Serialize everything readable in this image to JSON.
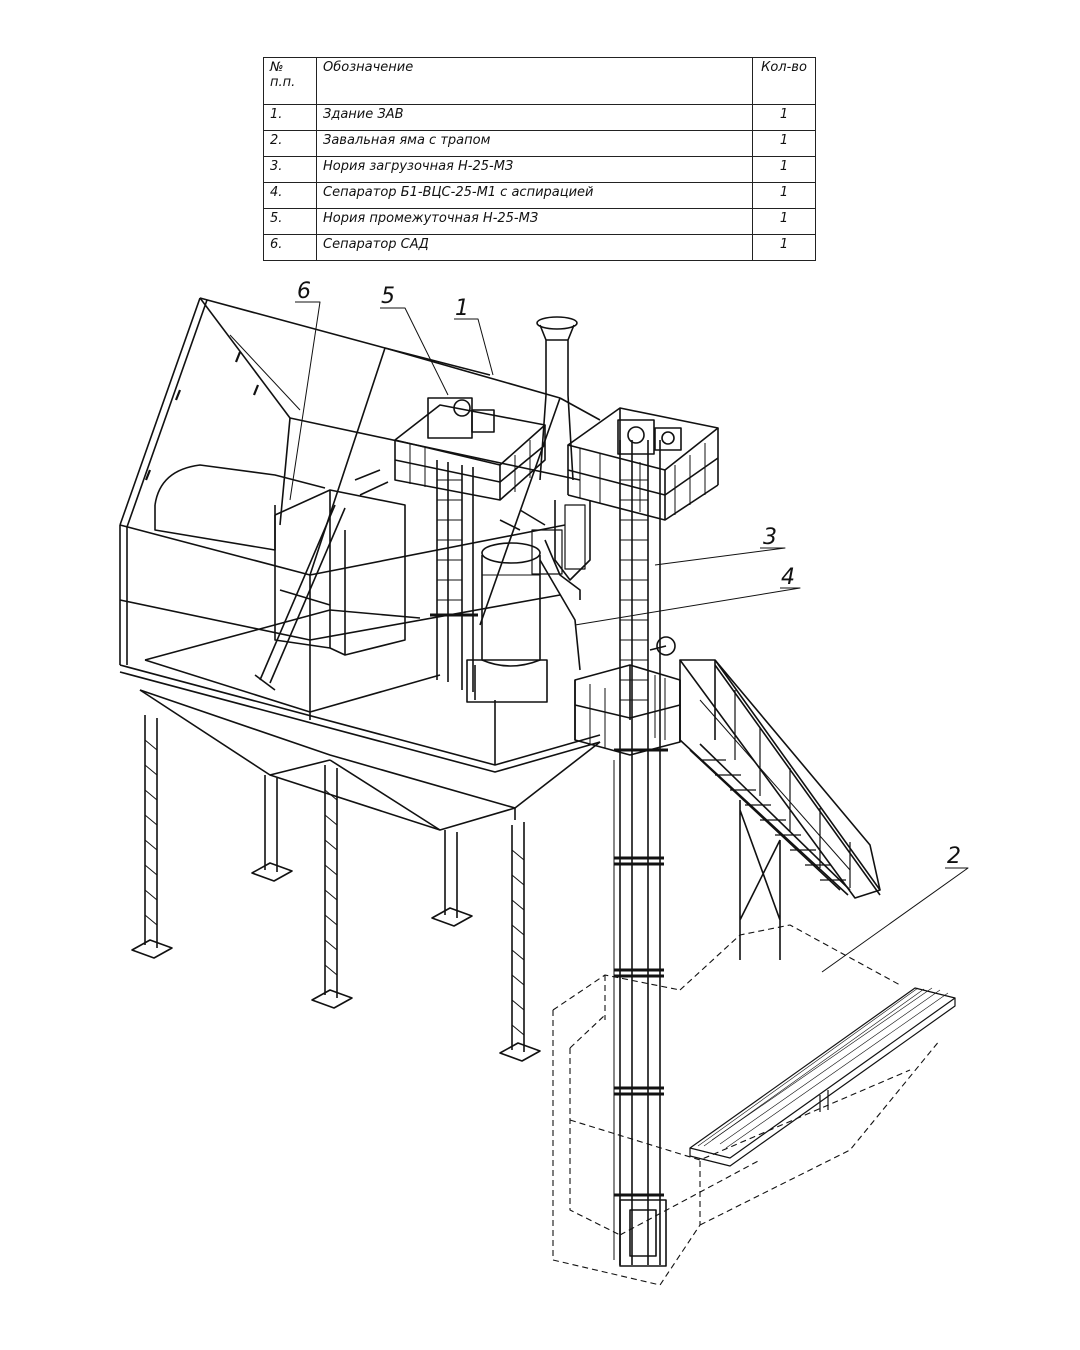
{
  "table": {
    "header": {
      "num": "№\nп.п.",
      "name": "Обозначение",
      "qty": "Кол-во"
    },
    "rows": [
      {
        "num": "1.",
        "name": "Здание ЗАВ",
        "qty": "1"
      },
      {
        "num": "2.",
        "name": "Завальная яма с трапом",
        "qty": "1"
      },
      {
        "num": "3.",
        "name": "Нория загрузочная Н-25-МЗ",
        "qty": "1"
      },
      {
        "num": "4.",
        "name": "Сепаратор Б1-ВЦС-25-М1 с аспирацией",
        "qty": "1"
      },
      {
        "num": "5.",
        "name": "Нория промежуточная Н-25-МЗ",
        "qty": "1"
      },
      {
        "num": "6.",
        "name": "Сепаратор САД",
        "qty": "1"
      }
    ]
  },
  "callouts": {
    "c1": "1",
    "c2": "2",
    "c3": "3",
    "c4": "4",
    "c5": "5",
    "c6": "6"
  }
}
